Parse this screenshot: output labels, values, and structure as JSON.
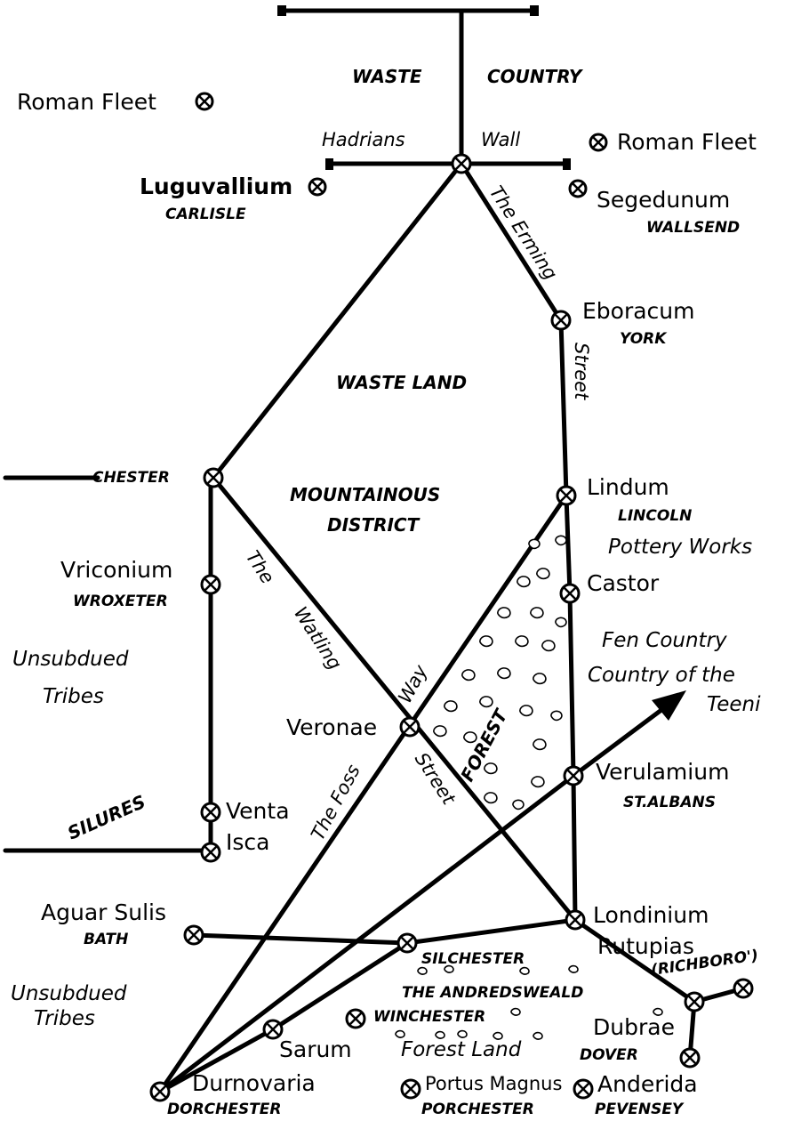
{
  "map": {
    "towns": {
      "luguvallium": {
        "name": "Luguvallium",
        "modern": "CARLISLE"
      },
      "segedunum": {
        "name": "Segedunum",
        "modern": "WALLSEND"
      },
      "eboracum": {
        "name": "Eboracum",
        "modern": "YORK"
      },
      "chester": {
        "name": "CHESTER"
      },
      "lindum": {
        "name": "Lindum",
        "modern": "LINCOLN"
      },
      "vriconium": {
        "name": "Vriconium",
        "modern": "WROXETER"
      },
      "castor": {
        "name": "Castor"
      },
      "veronae": {
        "name": "Veronae"
      },
      "verulamium": {
        "name": "Verulamium",
        "modern": "ST.ALBANS"
      },
      "venta": {
        "name": "Venta"
      },
      "isca": {
        "name": "Isca"
      },
      "aguar_sulis": {
        "name": "Aguar Sulis",
        "modern": "BATH"
      },
      "londinium": {
        "name": "Londinium"
      },
      "rutupias": {
        "name": "Rutupias",
        "modern": "(RICHBORO')"
      },
      "silchester": {
        "name": "SILCHESTER"
      },
      "winchester": {
        "name": "WINCHESTER"
      },
      "dubrae": {
        "name": "Dubrae",
        "modern": "DOVER"
      },
      "sarum": {
        "name": "Sarum"
      },
      "durnovaria": {
        "name": "Durnovaria",
        "modern": "DORCHESTER"
      },
      "portus_magnus": {
        "name": "Portus Magnus",
        "modern": "PORCHESTER"
      },
      "anderida": {
        "name": "Anderida",
        "modern": "PEVENSEY"
      }
    },
    "fleets": [
      "Roman Fleet",
      "Roman Fleet"
    ],
    "regions": {
      "waste_country_1": "WASTE",
      "waste_country_2": "COUNTRY",
      "hadrians_1": "Hadrians",
      "hadrians_2": "Wall",
      "waste_land": "WASTE LAND",
      "mountainous_1": "MOUNTAINOUS",
      "mountainous_2": "DISTRICT",
      "pottery_works": "Pottery Works",
      "fen_country": "Fen Country",
      "teeni_1": "Country of the",
      "teeni_2": "Teeni",
      "unsubdued_1a": "Unsubdued",
      "unsubdued_1b": "Tribes",
      "unsubdued_2a": "Unsubdued",
      "unsubdued_2b": "Tribes",
      "silures": "SILURES",
      "forest": "FOREST",
      "andredsweald": "THE ANDREDSWEALD",
      "forest_land": "Forest Land"
    },
    "roads": {
      "erming_1": "The Erming",
      "erming_2": "Street",
      "watling_1": "The",
      "watling_2": "Watling",
      "watling_3": "Street",
      "foss_1": "The Foss",
      "foss_2": "Way"
    }
  }
}
